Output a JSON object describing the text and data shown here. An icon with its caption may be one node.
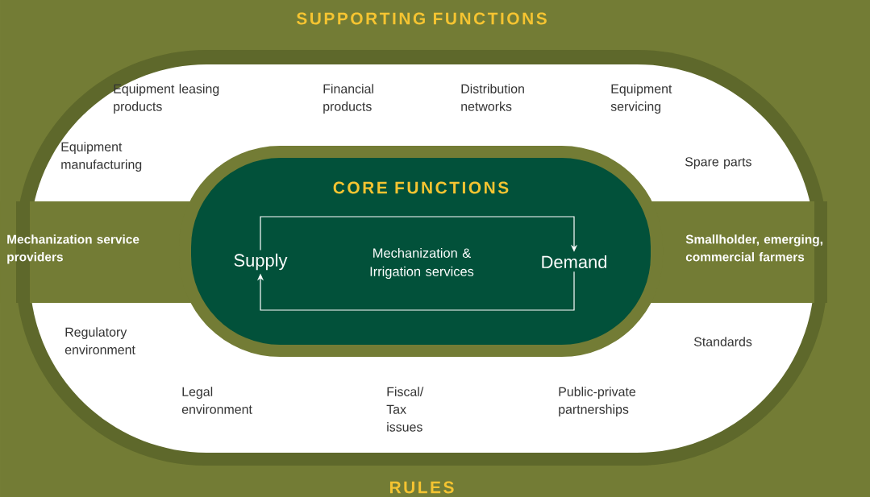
{
  "diagram": {
    "nodes": [
      {
        "text": [
          "CORE FUNCTIONS"
        ]
      },
      {
        "text": [
          "Supply"
        ],
        "in": 0
      },
      {
        "text": [
          "Mechanization & Irrigation services"
        ],
        "in": 0
      },
      {
        "text": [
          "Demand"
        ],
        "in": 0
      }
    ],
    "edges": [
      {
        "from": 1,
        "to": 3,
        "arrow": "to"
      },
      {
        "from": 3,
        "to": 1,
        "arrow": "to"
      }
    ],
    "labels": [
      "SUPPORTING FUNCTIONS",
      "Equipment leasing products",
      "Financial products",
      "Distribution networks",
      "Equipment servicing",
      "Equipment manufacturing",
      "Spare parts",
      "Mechanization service providers",
      "Smallholder, emerging, commercial farmers",
      "Regulatory environment",
      "Standards",
      "Legal environment",
      "Fiscal/ Tax issues",
      "Public-private partnerships",
      "RULES"
    ]
  }
}
